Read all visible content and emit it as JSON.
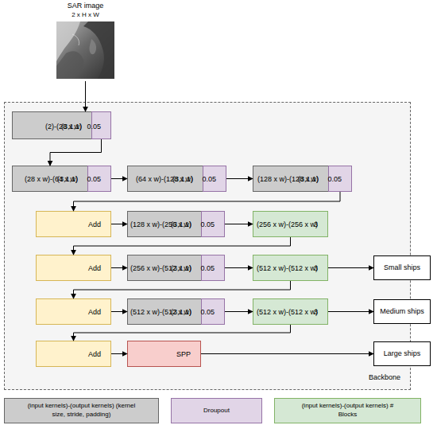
{
  "diagram": {
    "nodes": [
      {
        "text": [
          "SAR image",
          "2 x H x W"
        ]
      },
      {
        "text": [
          "Backbone"
        ]
      },
      {
        "text": [
          "(2)-(28 x w)",
          "(3,1,1)"
        ],
        "in": 1
      },
      {
        "text": [
          "0.05"
        ],
        "in": 1
      },
      {
        "text": [
          "(28 x w)-(64 x w)",
          "(3,1,1)"
        ],
        "in": 1
      },
      {
        "text": [
          "0.05"
        ],
        "in": 1
      },
      {
        "text": [
          "(64 x w)-(128 x w)",
          "(3,1,1)"
        ],
        "in": 1
      },
      {
        "text": [
          "0.05"
        ],
        "in": 1
      },
      {
        "text": [
          "(128 x w)-(128 x w)",
          "(3,1,1)"
        ],
        "in": 1
      },
      {
        "text": [
          "0.05"
        ],
        "in": 1
      },
      {
        "text": [
          "Add"
        ],
        "in": 1
      },
      {
        "text": [
          "(128 x w)-(256 x w)",
          "(3,1,1)"
        ],
        "in": 1
      },
      {
        "text": [
          "0.05"
        ],
        "in": 1
      },
      {
        "text": [
          "(256 x w)-(256 x w)",
          "3"
        ],
        "in": 1
      },
      {
        "text": [
          "Add"
        ],
        "in": 1
      },
      {
        "text": [
          "(256 x w)-(512 x w)",
          "(3,1,1)"
        ],
        "in": 1
      },
      {
        "text": [
          "0.05"
        ],
        "in": 1
      },
      {
        "text": [
          "(512 x w)-(512 x w)",
          "3"
        ],
        "in": 1
      },
      {
        "text": [
          "Small ships"
        ]
      },
      {
        "text": [
          "Add"
        ],
        "in": 1
      },
      {
        "text": [
          "(512 x w)-(512 x w)",
          "(3,1,1)"
        ],
        "in": 1
      },
      {
        "text": [
          "0.05"
        ],
        "in": 1
      },
      {
        "text": [
          "(512 x w)-(512 x w)",
          "3"
        ],
        "in": 1
      },
      {
        "text": [
          "Medium ships"
        ]
      },
      {
        "text": [
          "Add"
        ],
        "in": 1
      },
      {
        "text": [
          "SPP"
        ],
        "in": 1
      },
      {
        "text": [
          "Large ships"
        ]
      }
    ],
    "edges": [
      {
        "from": 0,
        "to": 2,
        "arrow": "to"
      },
      {
        "from": 3,
        "to": 4,
        "arrow": "to"
      },
      {
        "from": 5,
        "to": 6,
        "arrow": "to"
      },
      {
        "from": 7,
        "to": 8,
        "arrow": "to"
      },
      {
        "from": 9,
        "to": 10,
        "arrow": "to"
      },
      {
        "from": 10,
        "to": 11,
        "arrow": "to"
      },
      {
        "from": 12,
        "to": 13,
        "arrow": "to"
      },
      {
        "from": 13,
        "to": 14,
        "arrow": "to"
      },
      {
        "from": 14,
        "to": 15,
        "arrow": "to"
      },
      {
        "from": 16,
        "to": 17,
        "arrow": "to"
      },
      {
        "from": 17,
        "to": 18,
        "arrow": "to"
      },
      {
        "from": 17,
        "to": 19,
        "arrow": "to"
      },
      {
        "from": 19,
        "to": 20,
        "arrow": "to"
      },
      {
        "from": 21,
        "to": 22,
        "arrow": "to"
      },
      {
        "from": 22,
        "to": 23,
        "arrow": "to"
      },
      {
        "from": 22,
        "to": 24,
        "arrow": "to"
      },
      {
        "from": 24,
        "to": 25,
        "arrow": "to"
      },
      {
        "from": 25,
        "to": 26,
        "arrow": "to"
      }
    ],
    "legend": [
      {
        "text": "(input kernels)-(output kernels) (kernel size, stride, padding)",
        "color": "#cccccc"
      },
      {
        "text": "Droupout",
        "color": "#e1d5e7"
      },
      {
        "text": "(input kernels)-(output kernels) # Blocks",
        "color": "#d5e8d4"
      }
    ]
  }
}
